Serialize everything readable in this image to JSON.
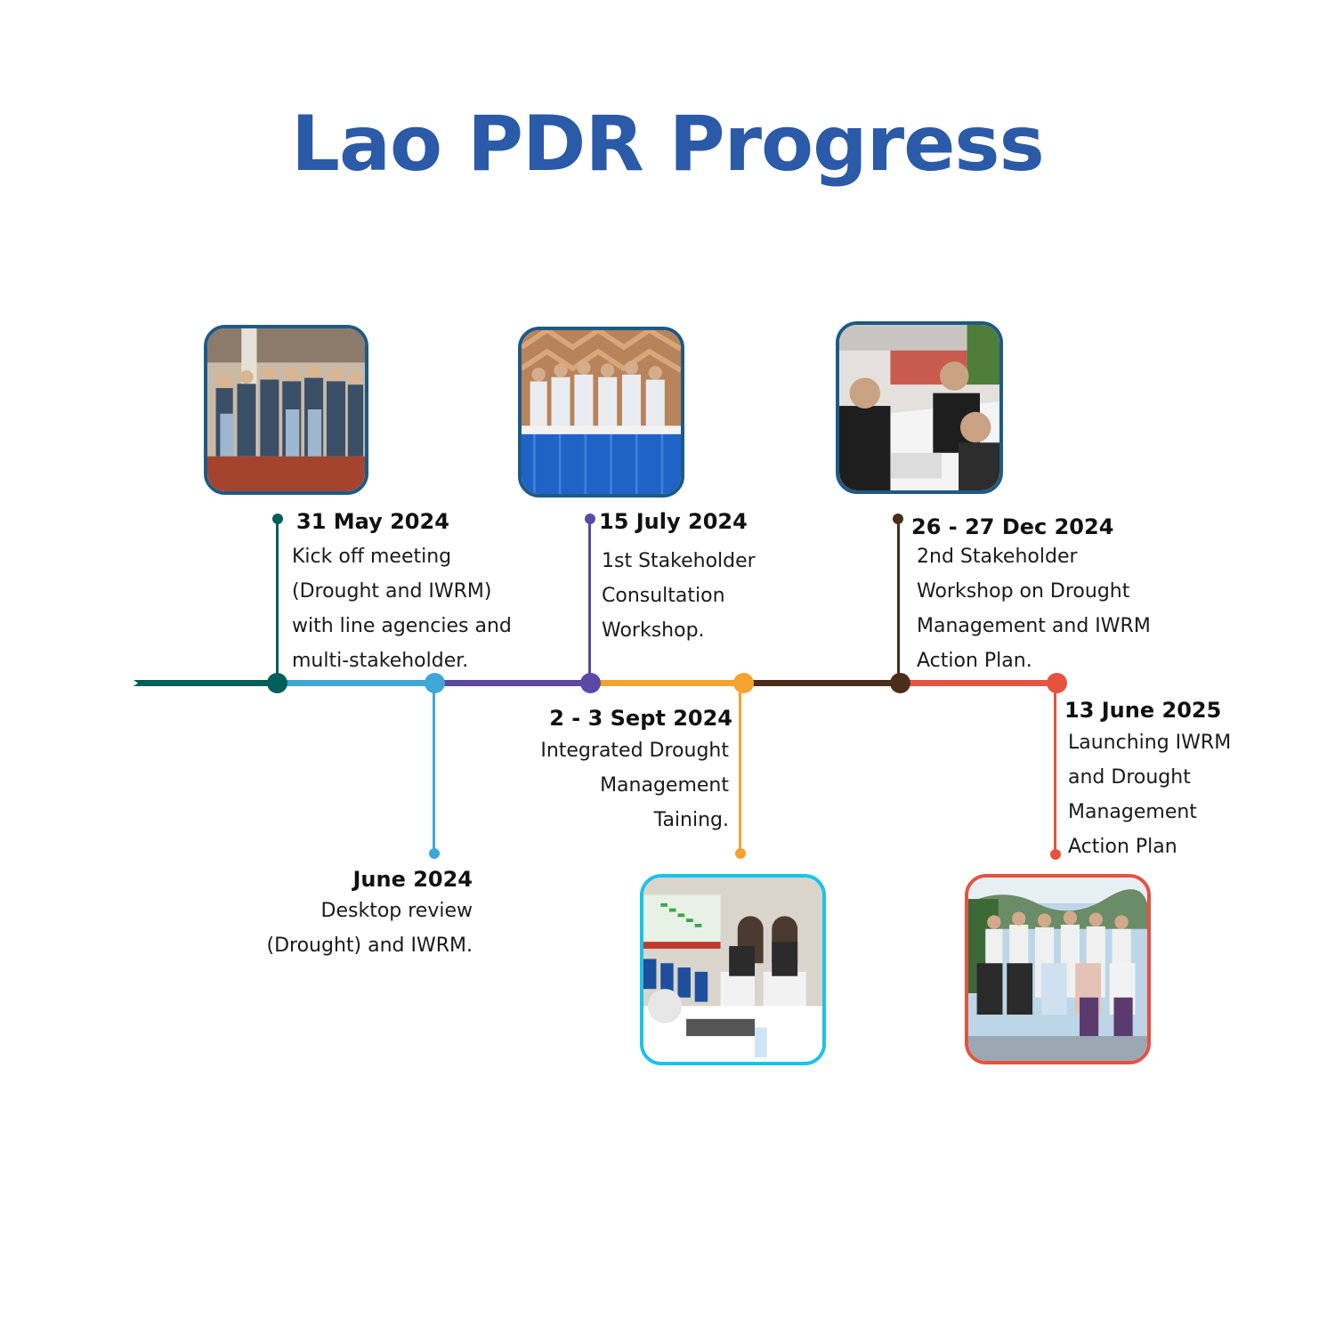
{
  "title": "Lao PDR Progress",
  "colors": {
    "title": "#2a5aa8",
    "seg1": "#005f5b",
    "seg2": "#3fa6d8",
    "seg3": "#5b4aa3",
    "seg4": "#f5a32f",
    "seg5": "#4a2e1a",
    "seg6": "#e5533f"
  },
  "events": [
    {
      "date": "31 May 2024",
      "lines": [
        "Kick off meeting",
        "(Drought and IWRM)",
        "with line agencies and",
        "multi-stakeholder."
      ]
    },
    {
      "date": "June 2024",
      "lines": [
        "Desktop review",
        "(Drought) and IWRM."
      ]
    },
    {
      "date": "15 July 2024",
      "lines": [
        "1st Stakeholder",
        "Consultation",
        "Workshop."
      ]
    },
    {
      "date": "2 - 3 Sept 2024",
      "lines": [
        "Integrated Drought",
        "Management",
        "Taining."
      ]
    },
    {
      "date": "26 - 27 Dec 2024",
      "lines": [
        "2nd Stakeholder",
        "Workshop on Drought",
        "Management and IWRM",
        "Action Plan."
      ]
    },
    {
      "date": "13 June 2025",
      "lines": [
        "Launching IWRM",
        "and Drought",
        "Management",
        "Action Plan"
      ]
    }
  ]
}
